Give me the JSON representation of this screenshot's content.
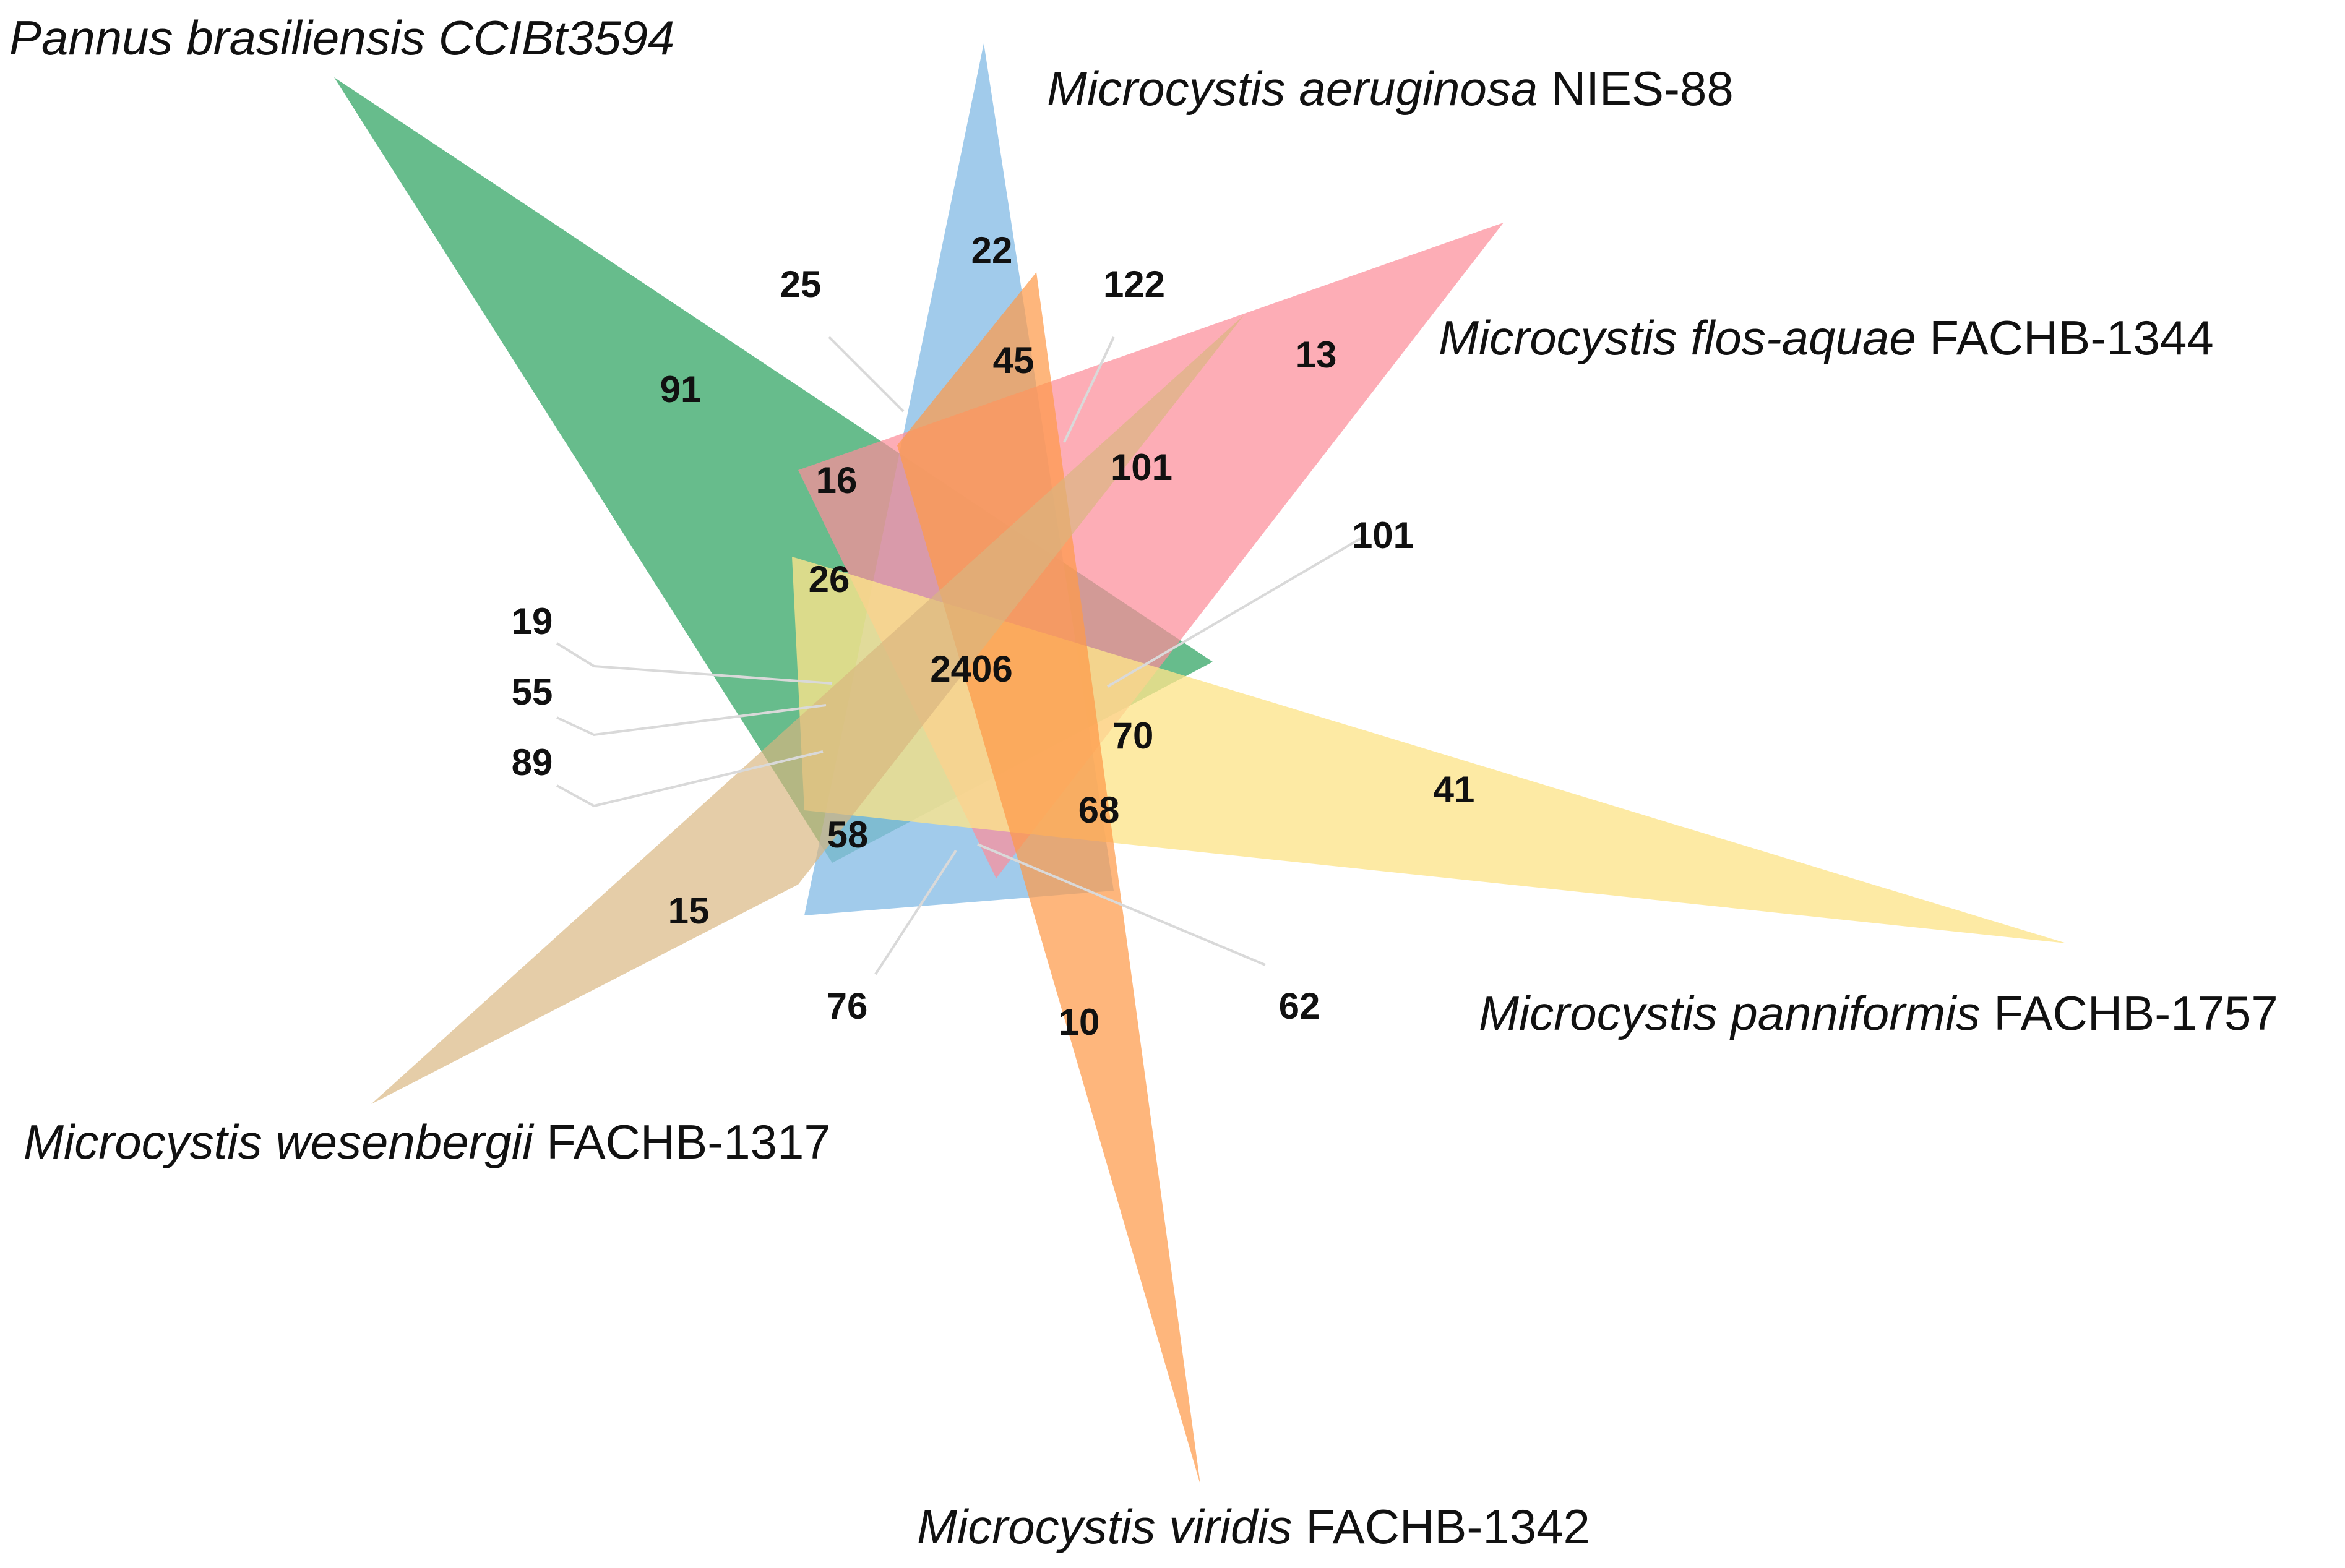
{
  "sets": [
    {
      "key": "pannus",
      "species": "Pannus brasiliensis CCIBt3594",
      "strain": "",
      "color": "#2ca25f"
    },
    {
      "key": "aeruginosa",
      "species": "Microcystis aeruginosa",
      "strain": "NIES-88",
      "color": "#87bde6"
    },
    {
      "key": "flosaquae",
      "species": "Microcystis flos-aquae",
      "strain": "FACHB-1344",
      "color": "#fc8e9a"
    },
    {
      "key": "panniformis",
      "species": "Microcystis panniformis",
      "strain": "FACHB-1757",
      "color": "#fde48a"
    },
    {
      "key": "viridis",
      "species": "Microcystis viridis",
      "strain": "FACHB-1342",
      "color": "#fd9a4a"
    },
    {
      "key": "wesenbergii",
      "species": "Microcystis wesenbergii",
      "strain": "FACHB-1317",
      "color": "#d9b57f"
    }
  ],
  "counts": {
    "pannus_only": "91",
    "aeruginosa_only": "22",
    "flosaquae_only": "13",
    "panniformis_only": "41",
    "viridis_only": "10",
    "wesenbergii_only": "15",
    "c25": "25",
    "c122": "122",
    "c45": "45",
    "c16": "16",
    "c101_inner": "101",
    "c101_outer": "101",
    "c26": "26",
    "c19": "19",
    "c55": "55",
    "c89": "89",
    "core": "2406",
    "c70": "70",
    "c68": "68",
    "c58": "58",
    "c76": "76",
    "c62": "62"
  }
}
